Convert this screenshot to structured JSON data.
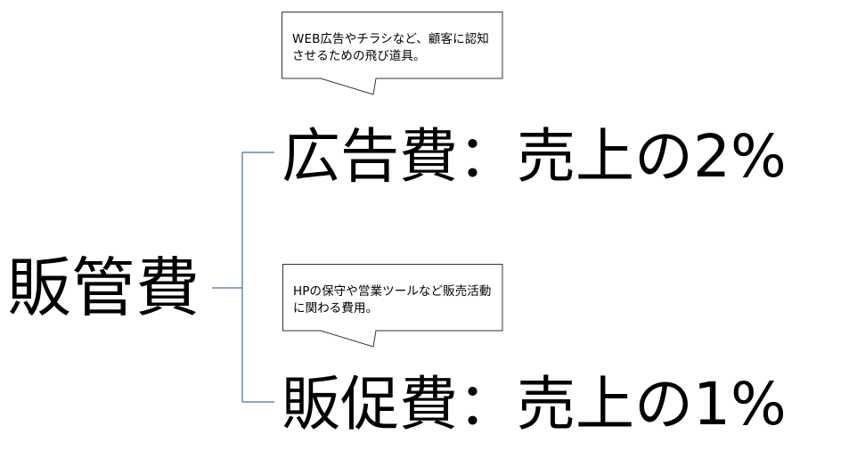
{
  "root": {
    "label": "販管費"
  },
  "branches": [
    {
      "label": "広告費：売上の2%",
      "callout": "WEB広告やチラシなど、顧客に認知させるための飛び道具。"
    },
    {
      "label": "販促費：売上の1%",
      "callout": "HPの保守や営業ツールなど販売活動に関わる費用。"
    }
  ],
  "colors": {
    "connector": "#4a6f9c",
    "callout_border": "#333333"
  }
}
